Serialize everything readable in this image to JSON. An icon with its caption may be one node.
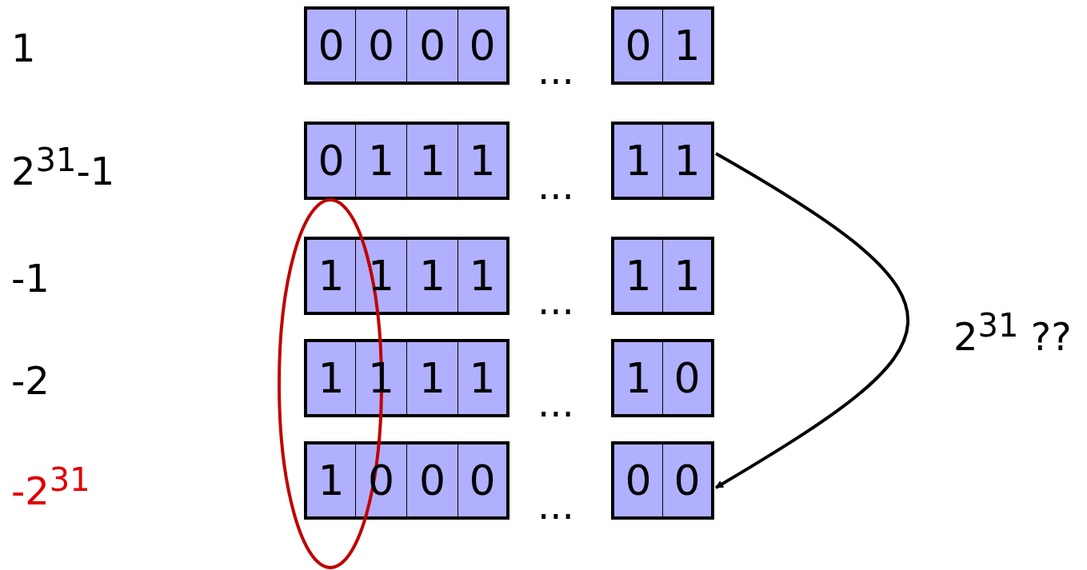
{
  "diagram": {
    "nodes": [
      {
        "text": [
          "0"
        ]
      },
      {
        "text": [
          "0"
        ]
      },
      {
        "text": [
          "0"
        ]
      },
      {
        "text": [
          "0"
        ]
      },
      {
        "text": [
          "0"
        ]
      },
      {
        "text": [
          "1"
        ]
      },
      {
        "text": [
          "0"
        ]
      },
      {
        "text": [
          "1"
        ]
      },
      {
        "text": [
          "1"
        ]
      },
      {
        "text": [
          "1"
        ]
      },
      {
        "text": [
          "1"
        ]
      },
      {
        "text": [
          "1"
        ]
      },
      {
        "text": [
          "1"
        ]
      },
      {
        "text": [
          "1"
        ]
      },
      {
        "text": [
          "1"
        ]
      },
      {
        "text": [
          "1"
        ]
      },
      {
        "text": [
          "1"
        ]
      },
      {
        "text": [
          "1"
        ]
      },
      {
        "text": [
          "1"
        ]
      },
      {
        "text": [
          "1"
        ]
      },
      {
        "text": [
          "1"
        ]
      },
      {
        "text": [
          "1"
        ]
      },
      {
        "text": [
          "1"
        ]
      },
      {
        "text": [
          "0"
        ]
      },
      {
        "text": [
          "1"
        ]
      },
      {
        "text": [
          "0"
        ]
      },
      {
        "text": [
          "0"
        ]
      },
      {
        "text": [
          "0"
        ]
      },
      {
        "text": [
          "0"
        ]
      },
      {
        "text": [
          "0"
        ]
      }
    ],
    "edges": [
      {
        "from": 11,
        "to": 29,
        "arrow": "to",
        "label": "2$^{31}$ ??"
      }
    ],
    "labels": [
      "1",
      "...",
      "2$^{31}$-1",
      "...",
      "-1",
      "...",
      "-2",
      "...",
      "-2$^{31}$",
      "..."
    ]
  }
}
